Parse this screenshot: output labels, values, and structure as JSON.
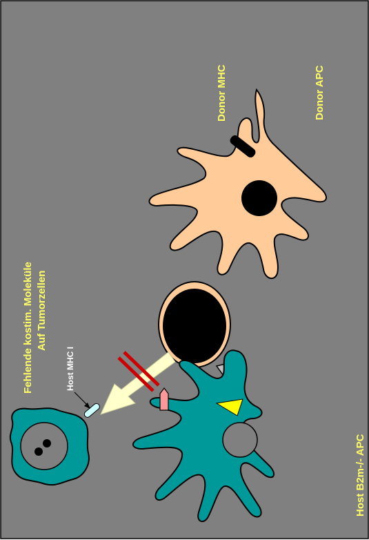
{
  "diagram": {
    "labels": {
      "donor_mhc": "Donor MHC",
      "donor_apc": "Donor APC",
      "missing_costim_line1": "Fehlende kostim. Moleküle",
      "missing_costim_line2": "Auf Tumorzellen",
      "host_mhc": "Host MHC I",
      "host_apc": "Host B2m-/-  APC"
    },
    "colors": {
      "background": "#808080",
      "label_text": "#ffff66",
      "host_mhc_label": "#ffffff",
      "donor_apc_fill": "#ffcc99",
      "host_apc_fill": "#009999",
      "nucleus": "#000000",
      "arrow": "#ffffcc",
      "block_bars": "#cc0000",
      "receptor_pink": "#ff9999",
      "receptor_yellow": "#ffff00",
      "receptor_grey": "#c0c0c0",
      "host_mhc_marker": "#ccffff"
    }
  }
}
